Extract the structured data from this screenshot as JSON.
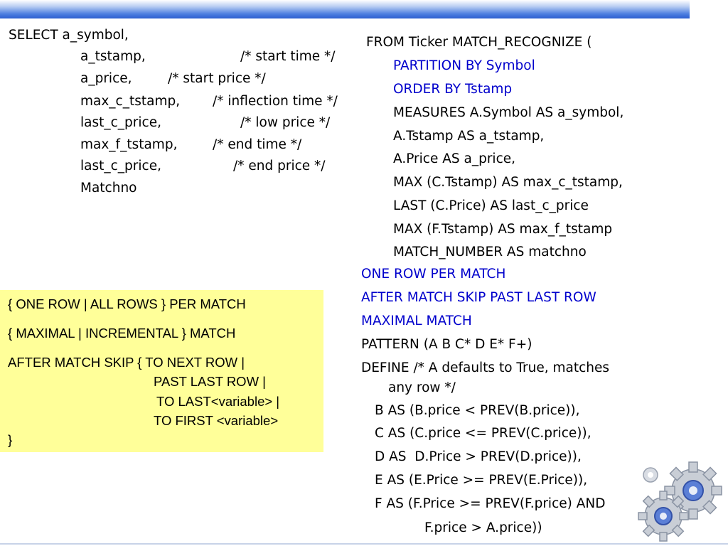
{
  "select_clause": [
    "SELECT a_symbol,",
    "a_tstamp,",
    "/* start time */",
    "a_price,",
    "/* start price */",
    "max_c_tstamp,",
    "/* inflection time */",
    "last_c_price,",
    "/* low price */",
    "max_f_tstamp,",
    "/* end time */",
    "last_c_price,",
    "/* end price */",
    "Matchno"
  ],
  "from_clause": [
    "FROM Ticker MATCH_RECOGNIZE (",
    "PARTITION BY Symbol",
    "ORDER BY Tstamp",
    "MEASURES A.Symbol AS a_symbol,",
    "A.Tstamp AS a_tstamp,",
    "A.Price AS a_price,",
    "MAX (C.Tstamp) AS max_c_tstamp,",
    "LAST (C.Price) AS last_c_price",
    "MAX (F.Tstamp) AS max_f_tstamp",
    "MATCH_NUMBER AS matchno",
    "ONE ROW PER MATCH",
    "AFTER MATCH SKIP PAST LAST ROW",
    "MAXIMAL MATCH",
    "PATTERN (A B C* D E* F+)",
    "DEFINE /* A defaults to True, matches",
    "any row */",
    "B AS (B.price < PREV(B.price)),",
    "C AS (C.price <= PREV(C.price)),",
    "D AS  D.Price > PREV(D.price)),",
    "E AS (E.Price >= PREV(E.Price)),",
    "F AS (F.Price >= PREV(F.price) AND",
    "F.price > A.price))"
  ],
  "syntax_box": [
    "{ ONE ROW | ALL ROWS } PER MATCH",
    "{ MAXIMAL | INCREMENTAL } MATCH",
    "AFTER MATCH SKIP { TO NEXT ROW |",
    "PAST LAST ROW |",
    "TO LAST<variable> |",
    "TO FIRST <variable>",
    "}"
  ],
  "colors": {
    "keyword_blue": "#0000cc",
    "highlight_box": "#ffff99",
    "header_bar": "#2c5fcf"
  },
  "icons": [
    "gears-icon"
  ]
}
